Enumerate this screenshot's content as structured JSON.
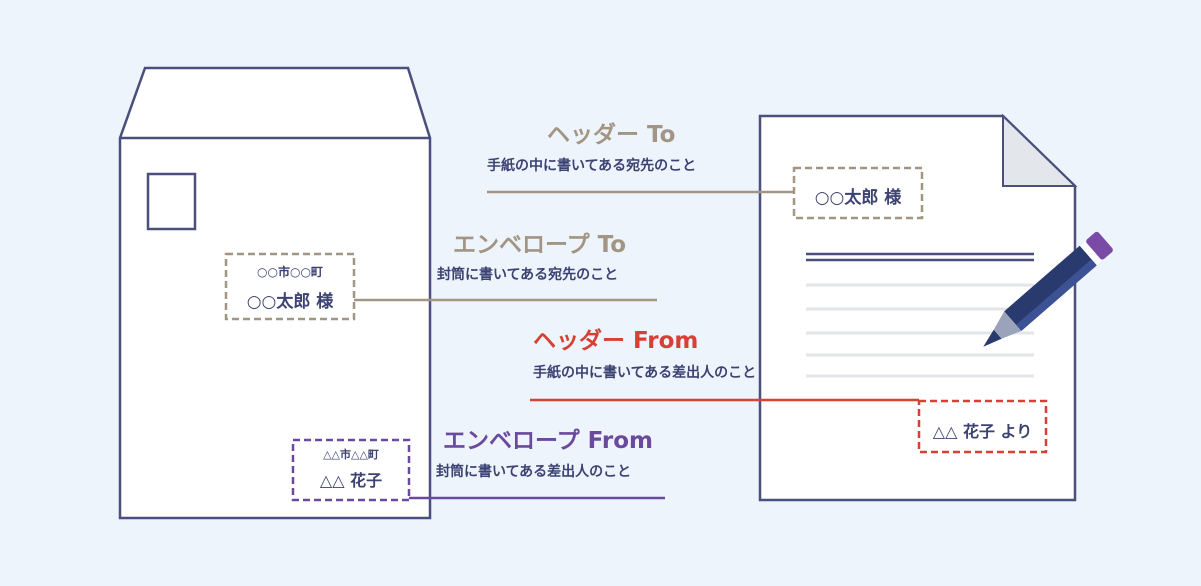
{
  "colors": {
    "background": "#edf4fb",
    "outline": "#4a4f7c",
    "header_to": "#a39584",
    "header_from": "#d64035",
    "envelope_from": "#6b4a9e",
    "pencil_body": "#283a6e",
    "pencil_eraser": "#7a4ba6"
  },
  "envelope": {
    "address_line": "○○市○○町",
    "recipient": "○○太郎 様",
    "sender_address": "△△市△△町",
    "sender_name": "△△ 花子"
  },
  "letter": {
    "recipient": "○○太郎 様",
    "sender": "△△ 花子 より"
  },
  "labels": {
    "header_to": {
      "title": "ヘッダー To",
      "description": "手紙の中に書いてある宛先のこと"
    },
    "envelope_to": {
      "title": "エンベロープ To",
      "description": "封筒に書いてある宛先のこと"
    },
    "header_from": {
      "title": "ヘッダー From",
      "description": "手紙の中に書いてある差出人のこと"
    },
    "envelope_from": {
      "title": "エンベロープ From",
      "description": "封筒に書いてある差出人のこと"
    }
  }
}
